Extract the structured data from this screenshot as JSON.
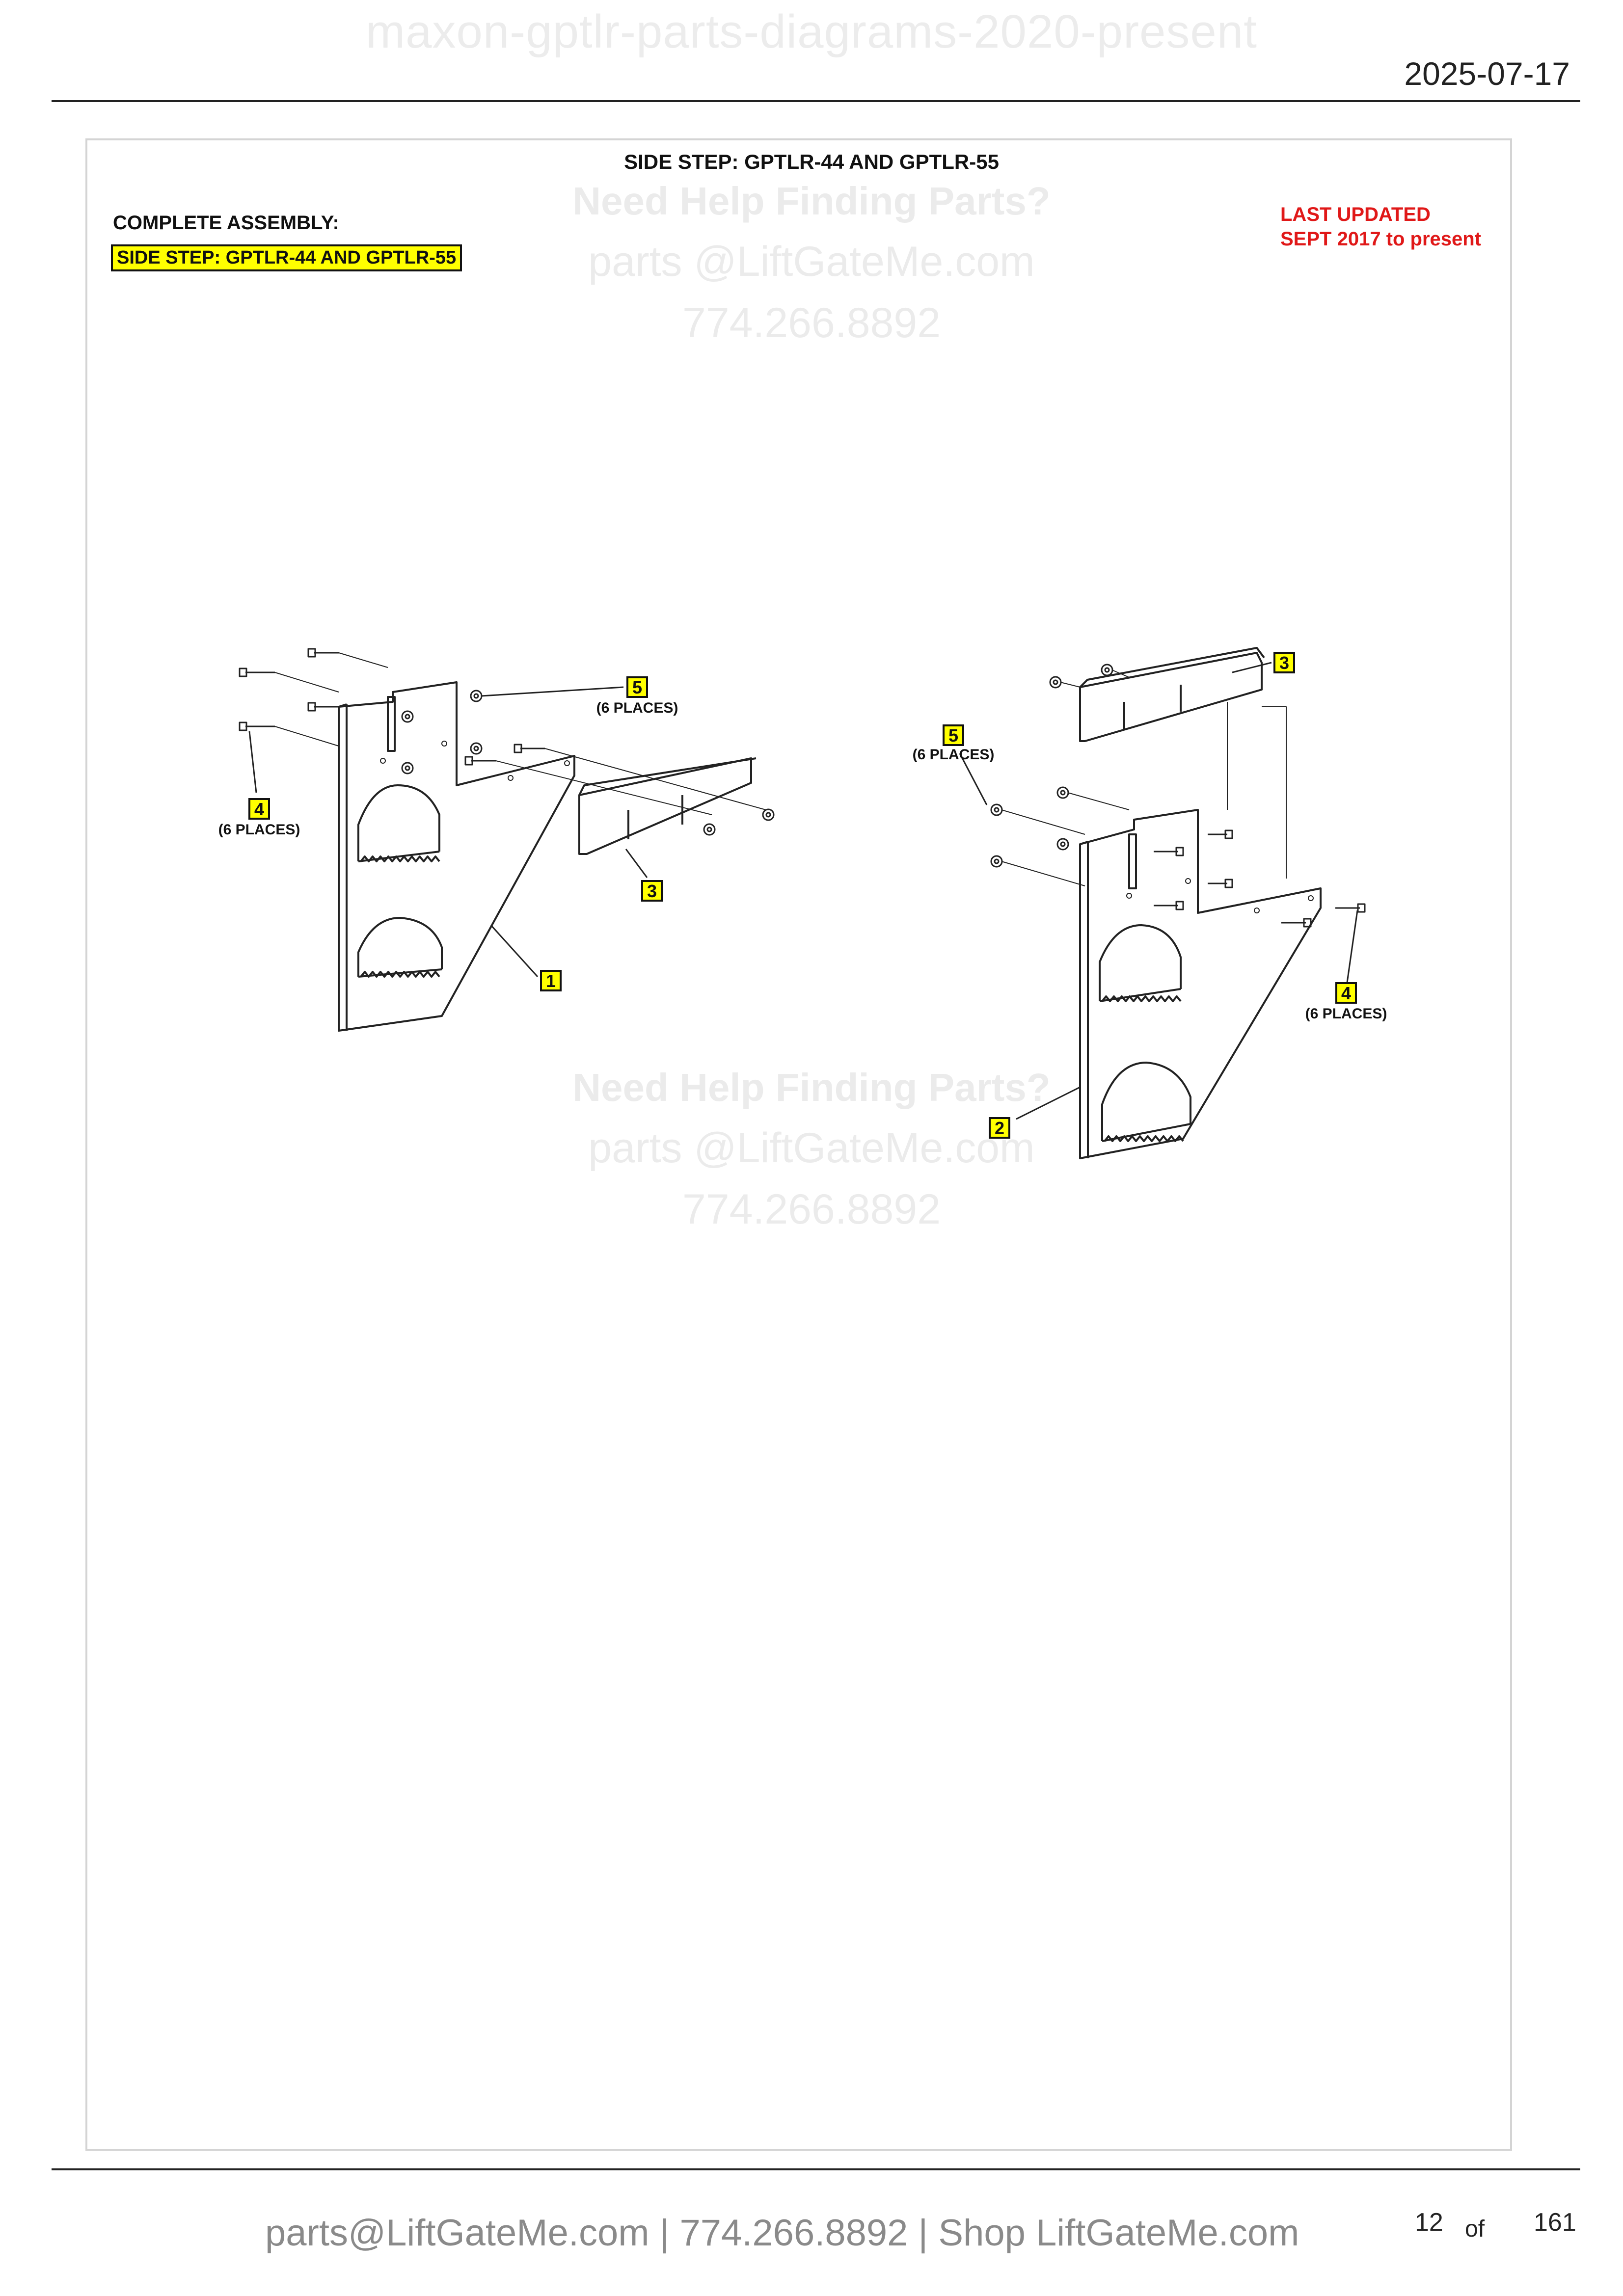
{
  "header": {
    "watermark_title": "maxon-gptlr-parts-diagrams-2020-present",
    "date": "2025-07-17"
  },
  "sheet": {
    "title": "SIDE STEP: GPTLR-44 AND GPTLR-55",
    "assembly_label": "COMPLETE ASSEMBLY:",
    "assembly_name": "SIDE STEP: GPTLR-44 AND GPTLR-55",
    "updated_line1": "LAST UPDATED",
    "updated_line2": "SEPT 2017 to present"
  },
  "help_watermark": {
    "line1": "Need Help Finding Parts?",
    "line2": "parts @LiftGateMe.com",
    "line3": "774.266.8892"
  },
  "callouts": {
    "left": {
      "item5": "5",
      "item5_note": "(6 PLACES)",
      "item4": "4",
      "item4_note": "(6 PLACES)",
      "item3": "3",
      "item1": "1"
    },
    "right": {
      "item3": "3",
      "item5": "5",
      "item5_note": "(6 PLACES)",
      "item4": "4",
      "item4_note": "(6 PLACES)",
      "item2": "2"
    }
  },
  "footer": {
    "contact": "parts@LiftGateMe.com | 774.266.8892 | Shop LiftGateMe.com",
    "page_current": "12",
    "page_of": "of",
    "page_total": "161"
  }
}
